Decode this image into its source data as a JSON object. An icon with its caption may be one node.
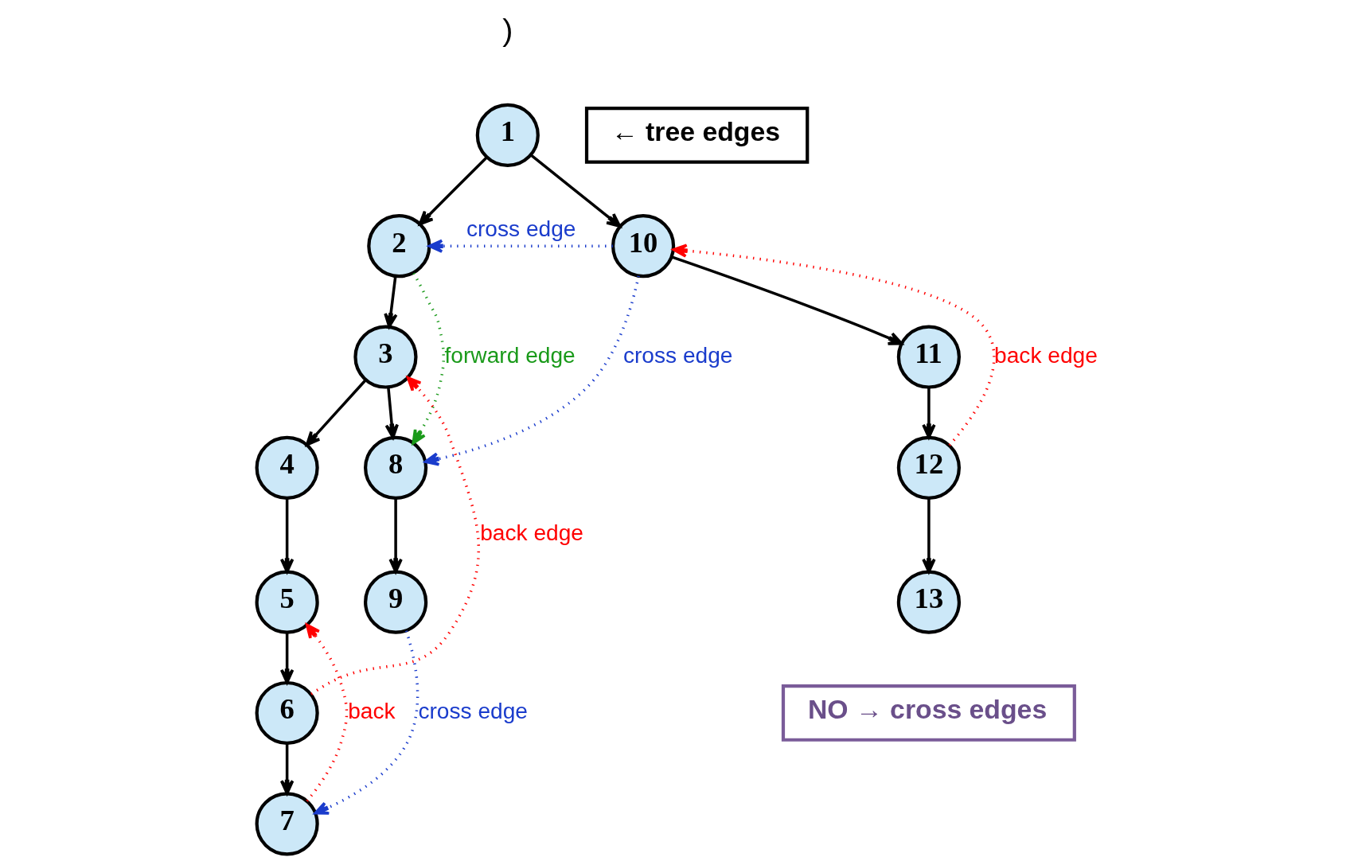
{
  "diagram": {
    "nodes": [
      {
        "text": [
          "1"
        ]
      },
      {
        "text": [
          "2"
        ]
      },
      {
        "text": [
          "3"
        ]
      },
      {
        "text": [
          "4"
        ]
      },
      {
        "text": [
          "5"
        ]
      },
      {
        "text": [
          "6"
        ]
      },
      {
        "text": [
          "7"
        ]
      },
      {
        "text": [
          "8"
        ]
      },
      {
        "text": [
          "9"
        ]
      },
      {
        "text": [
          "10"
        ]
      },
      {
        "text": [
          "11"
        ]
      },
      {
        "text": [
          "12"
        ]
      },
      {
        "text": [
          "13"
        ]
      },
      {
        "text": [
          "← tree edges"
        ]
      },
      {
        "text": [
          "NO → cross edges"
        ]
      }
    ],
    "edges": [
      {
        "from": 0,
        "to": 1,
        "arrow": "to"
      },
      {
        "from": 0,
        "to": 9,
        "arrow": "to"
      },
      {
        "from": 1,
        "to": 2,
        "arrow": "to"
      },
      {
        "from": 9,
        "to": 1,
        "arrow": "to",
        "label": "cross edge",
        "style": "dashed",
        "color": "#1a3ccc"
      },
      {
        "from": 1,
        "to": 7,
        "arrow": "to",
        "label": "forward edge",
        "style": "dashed",
        "color": "#1a9a1a"
      },
      {
        "from": 9,
        "to": 7,
        "arrow": "to",
        "label": "cross edge",
        "style": "dashed",
        "color": "#1a3ccc"
      },
      {
        "from": 9,
        "to": 10,
        "arrow": "to"
      },
      {
        "from": 11,
        "to": 9,
        "arrow": "to",
        "label": "back edge",
        "style": "dashed",
        "color": "#ff0000"
      },
      {
        "from": 2,
        "to": 3,
        "arrow": "to"
      },
      {
        "from": 2,
        "to": 7,
        "arrow": "to"
      },
      {
        "from": 10,
        "to": 11,
        "arrow": "to"
      },
      {
        "from": 5,
        "to": 2,
        "arrow": "to",
        "label": "back edge",
        "style": "dashed",
        "color": "#ff0000"
      },
      {
        "from": 11,
        "to": 12,
        "arrow": "to"
      },
      {
        "from": 3,
        "to": 4,
        "arrow": "to"
      },
      {
        "from": 7,
        "to": 8,
        "arrow": "to"
      },
      {
        "from": 4,
        "to": 5,
        "arrow": "to"
      },
      {
        "from": 6,
        "to": 4,
        "arrow": "to",
        "label": "back",
        "style": "dashed",
        "color": "#ff0000"
      },
      {
        "from": 8,
        "to": 6,
        "arrow": "to",
        "label": "cross edge",
        "style": "dashed",
        "color": "#1a3ccc"
      },
      {
        "from": 5,
        "to": 6,
        "arrow": "to"
      }
    ],
    "labels": [
      ")"
    ]
  }
}
